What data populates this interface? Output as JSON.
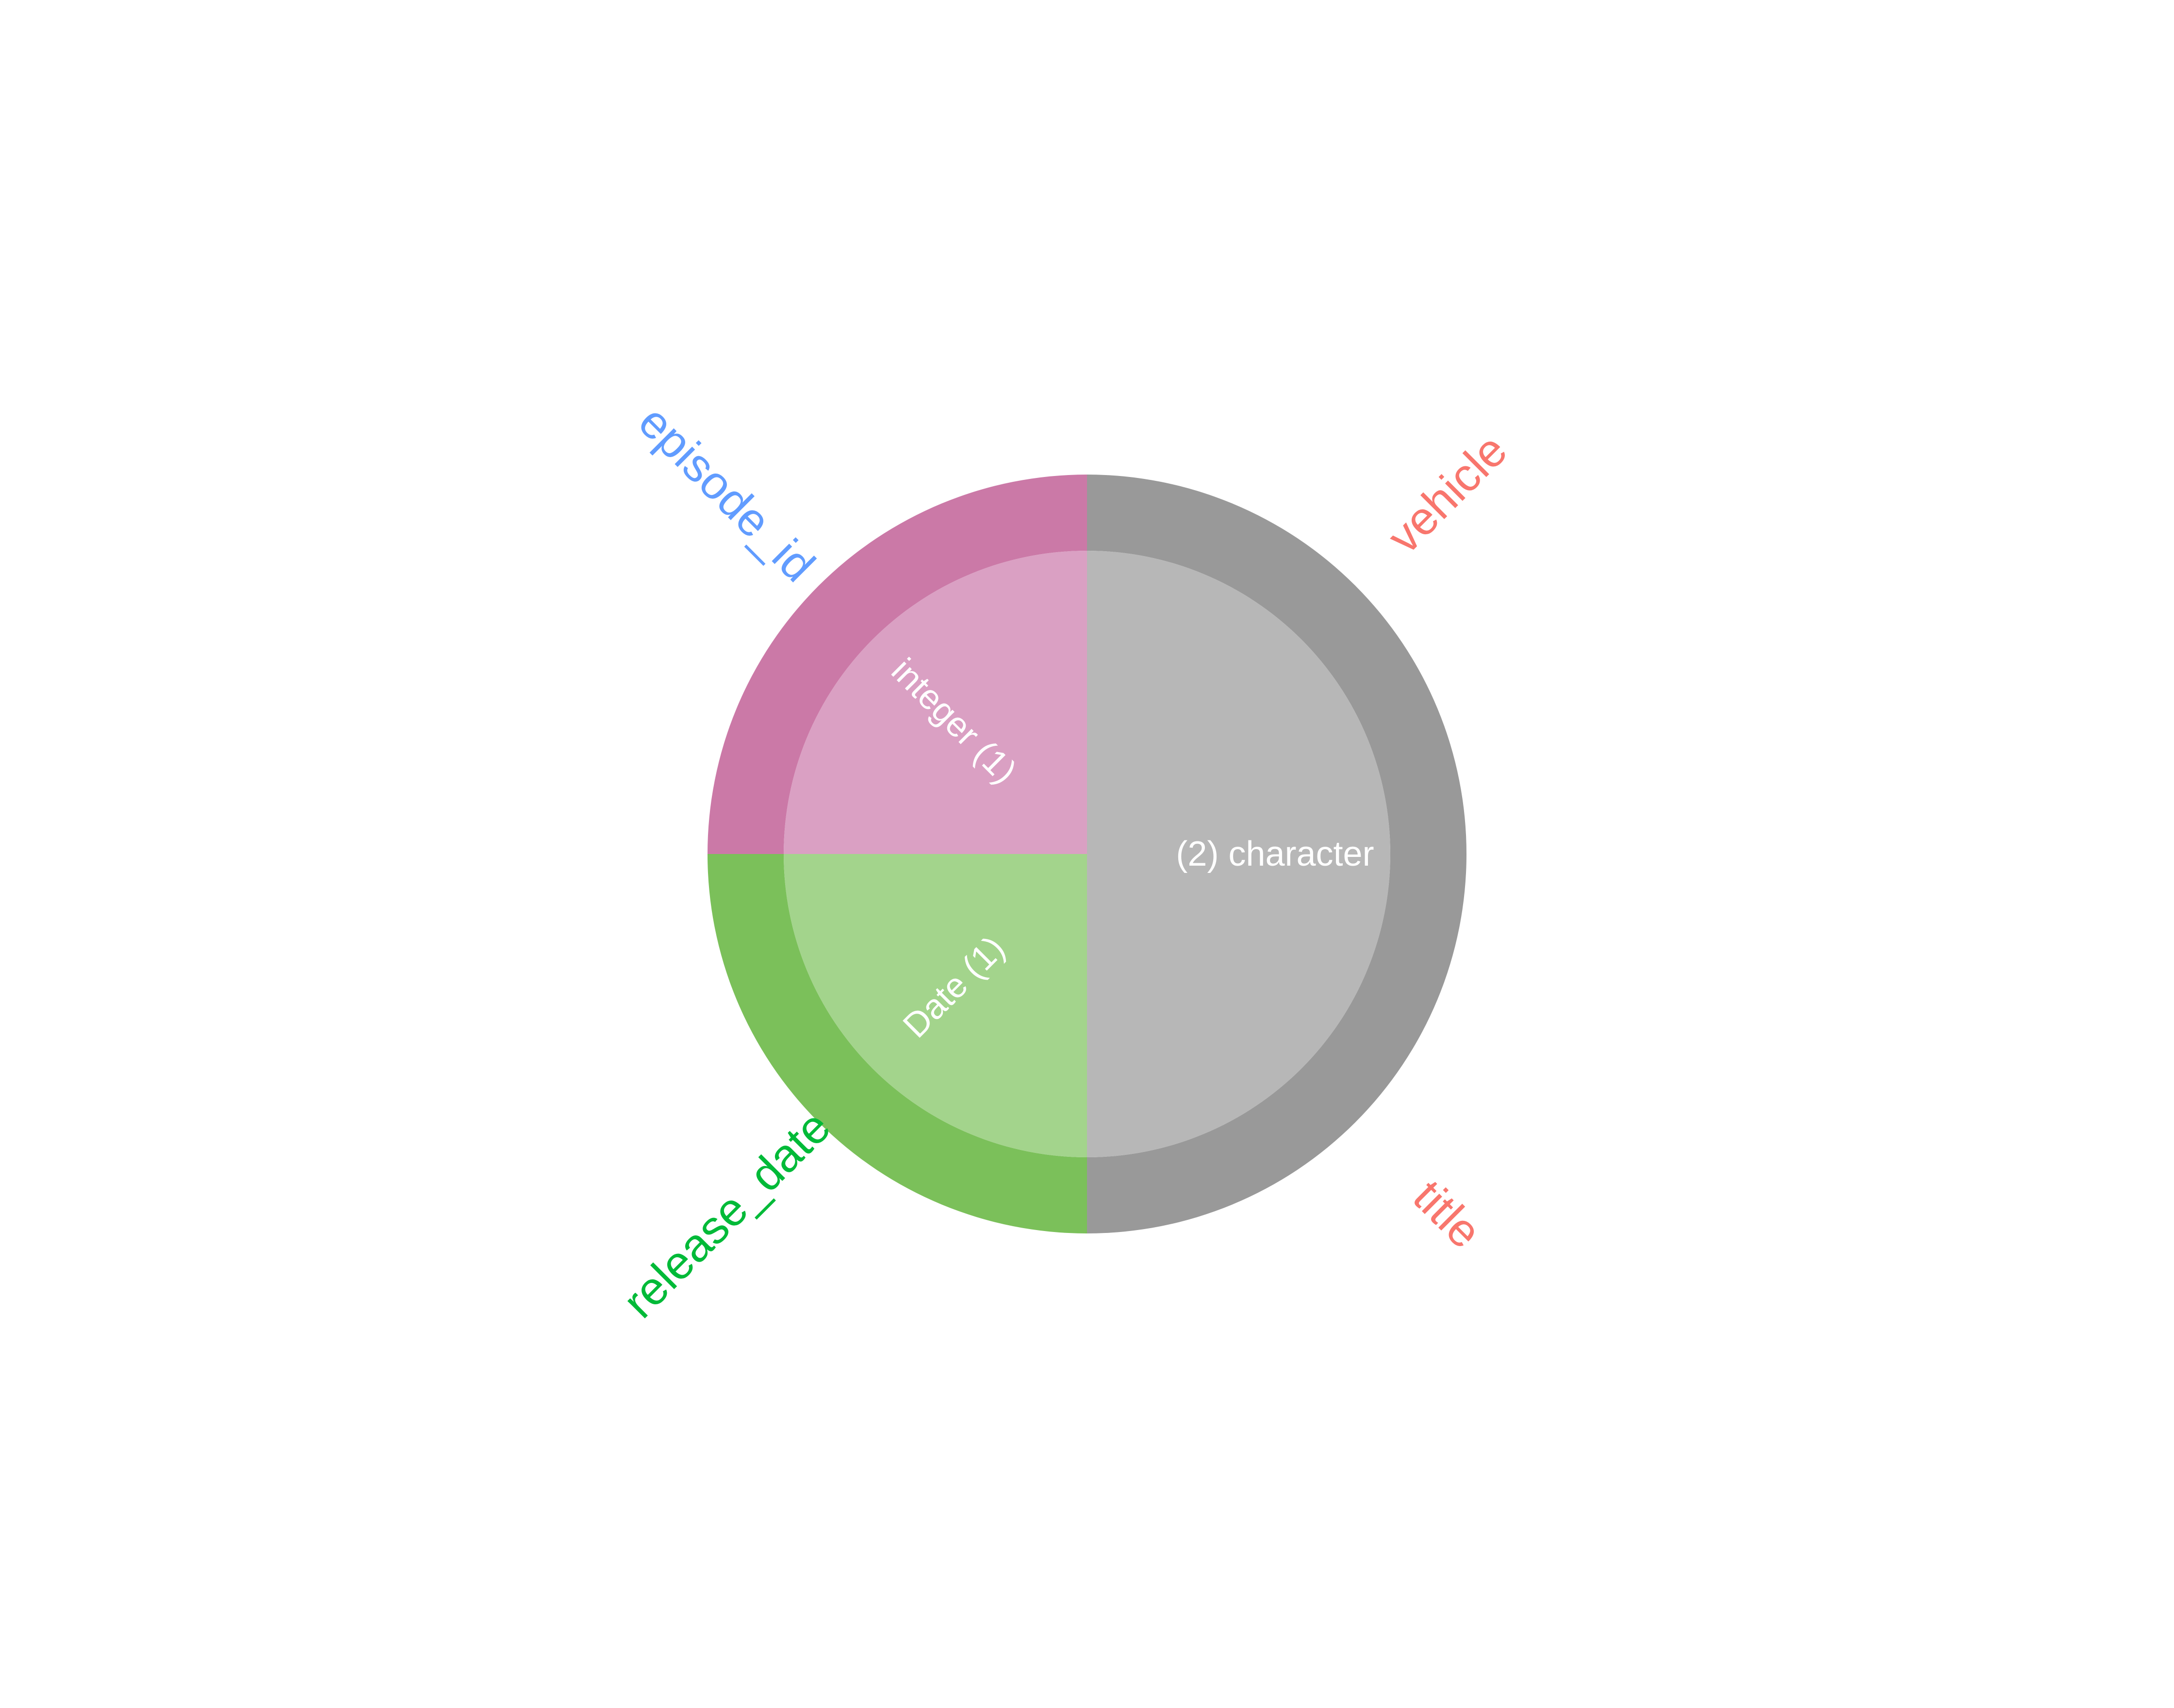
{
  "chart_data": {
    "type": "pie",
    "subtype": "two-ring sunburst",
    "inner_ring": [
      {
        "label": "(2) character",
        "type": "character",
        "count": 2,
        "color": "#b7b7b7"
      },
      {
        "label": "Date (1)",
        "type": "Date",
        "count": 1,
        "color": "#a3d48c"
      },
      {
        "label": "integer (1)",
        "type": "integer",
        "count": 1,
        "color": "#daa0c3"
      }
    ],
    "outer_ring": [
      {
        "label": "vehicle",
        "parent": "character",
        "count": 1,
        "ring_color": "#999999",
        "label_color": "#f8766d"
      },
      {
        "label": "title",
        "parent": "character",
        "count": 1,
        "ring_color": "#999999",
        "label_color": "#f8766d"
      },
      {
        "label": "release_date",
        "parent": "Date",
        "count": 1,
        "ring_color": "#7bc05a",
        "label_color": "#00ba38"
      },
      {
        "label": "episode_id",
        "parent": "integer",
        "count": 1,
        "ring_color": "#cb79a7",
        "label_color": "#619cff"
      }
    ],
    "start_angle": "12 o'clock, clockwise",
    "legend": "none"
  }
}
